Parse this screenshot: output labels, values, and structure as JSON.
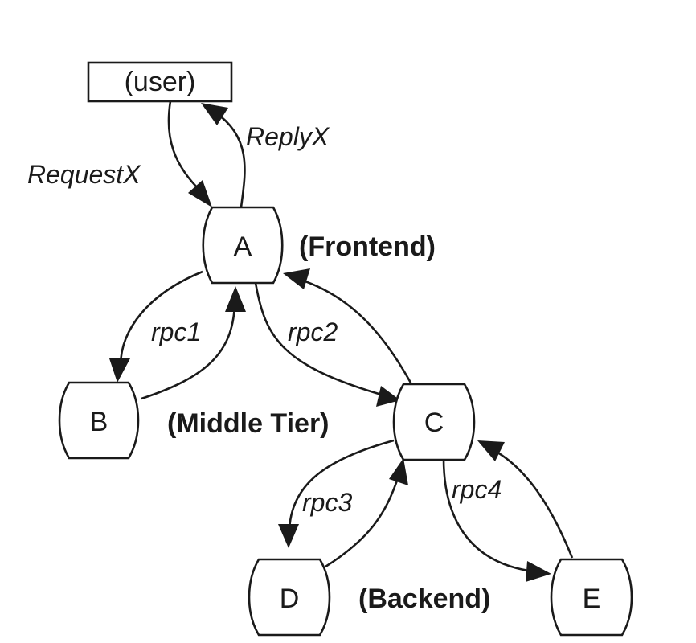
{
  "nodes": {
    "user": "(user)",
    "a": "A",
    "b": "B",
    "c": "C",
    "d": "D",
    "e": "E"
  },
  "edge_labels": {
    "request": "RequestX",
    "reply": "ReplyX",
    "rpc1": "rpc1",
    "rpc2": "rpc2",
    "rpc3": "rpc3",
    "rpc4": "rpc4"
  },
  "tiers": {
    "frontend": "(Frontend)",
    "middle": "(Middle Tier)",
    "backend": "(Backend)"
  },
  "colors": {
    "stroke": "#1a1a1a",
    "background": "#ffffff"
  }
}
